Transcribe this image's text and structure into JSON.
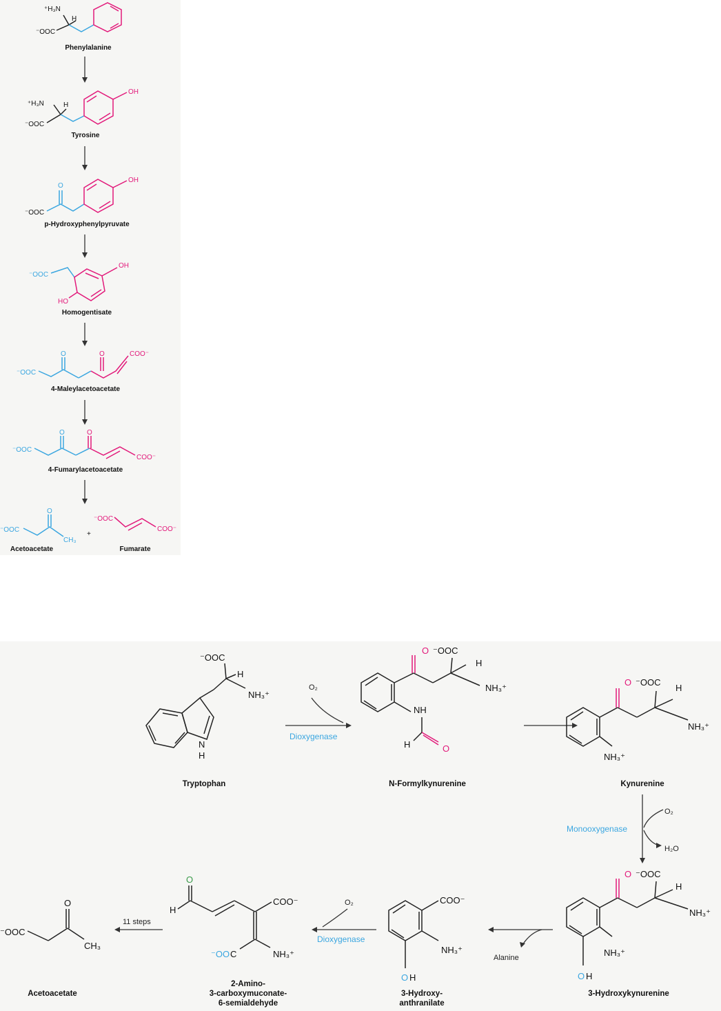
{
  "phenylalanine_pathway": {
    "compounds": [
      "Phenylalanine",
      "Tyrosine",
      "p-Hydroxyphenylpyruvate",
      "Homogentisate",
      "4-Maleylacetoacetate",
      "4-Fumarylacetoacetate",
      "Acetoacetate",
      "Fumarate"
    ],
    "plus": "+"
  },
  "tryptophan_pathway": {
    "compounds": [
      "Tryptophan",
      "N-Formylkynurenine",
      "Kynurenine",
      "3-Hydroxykynurenine",
      "3-Hydroxy-",
      "anthranilate",
      "2-Amino-",
      "3-carboxymuconate-",
      "6-semialdehyde",
      "Acetoacetate"
    ],
    "enzymes": {
      "dioxygenase_1": "Dioxygenase",
      "monooxygenase": "Monooxygenase",
      "dioxygenase_2": "Dioxygenase"
    },
    "cofactors": {
      "o2": "O2",
      "h2o": "H2O",
      "alanine": "Alanine"
    },
    "steps_label": "11 steps"
  },
  "colors": {
    "blue": "#3aa6e0",
    "pink": "#e2197a",
    "green": "#3a9a4a"
  }
}
